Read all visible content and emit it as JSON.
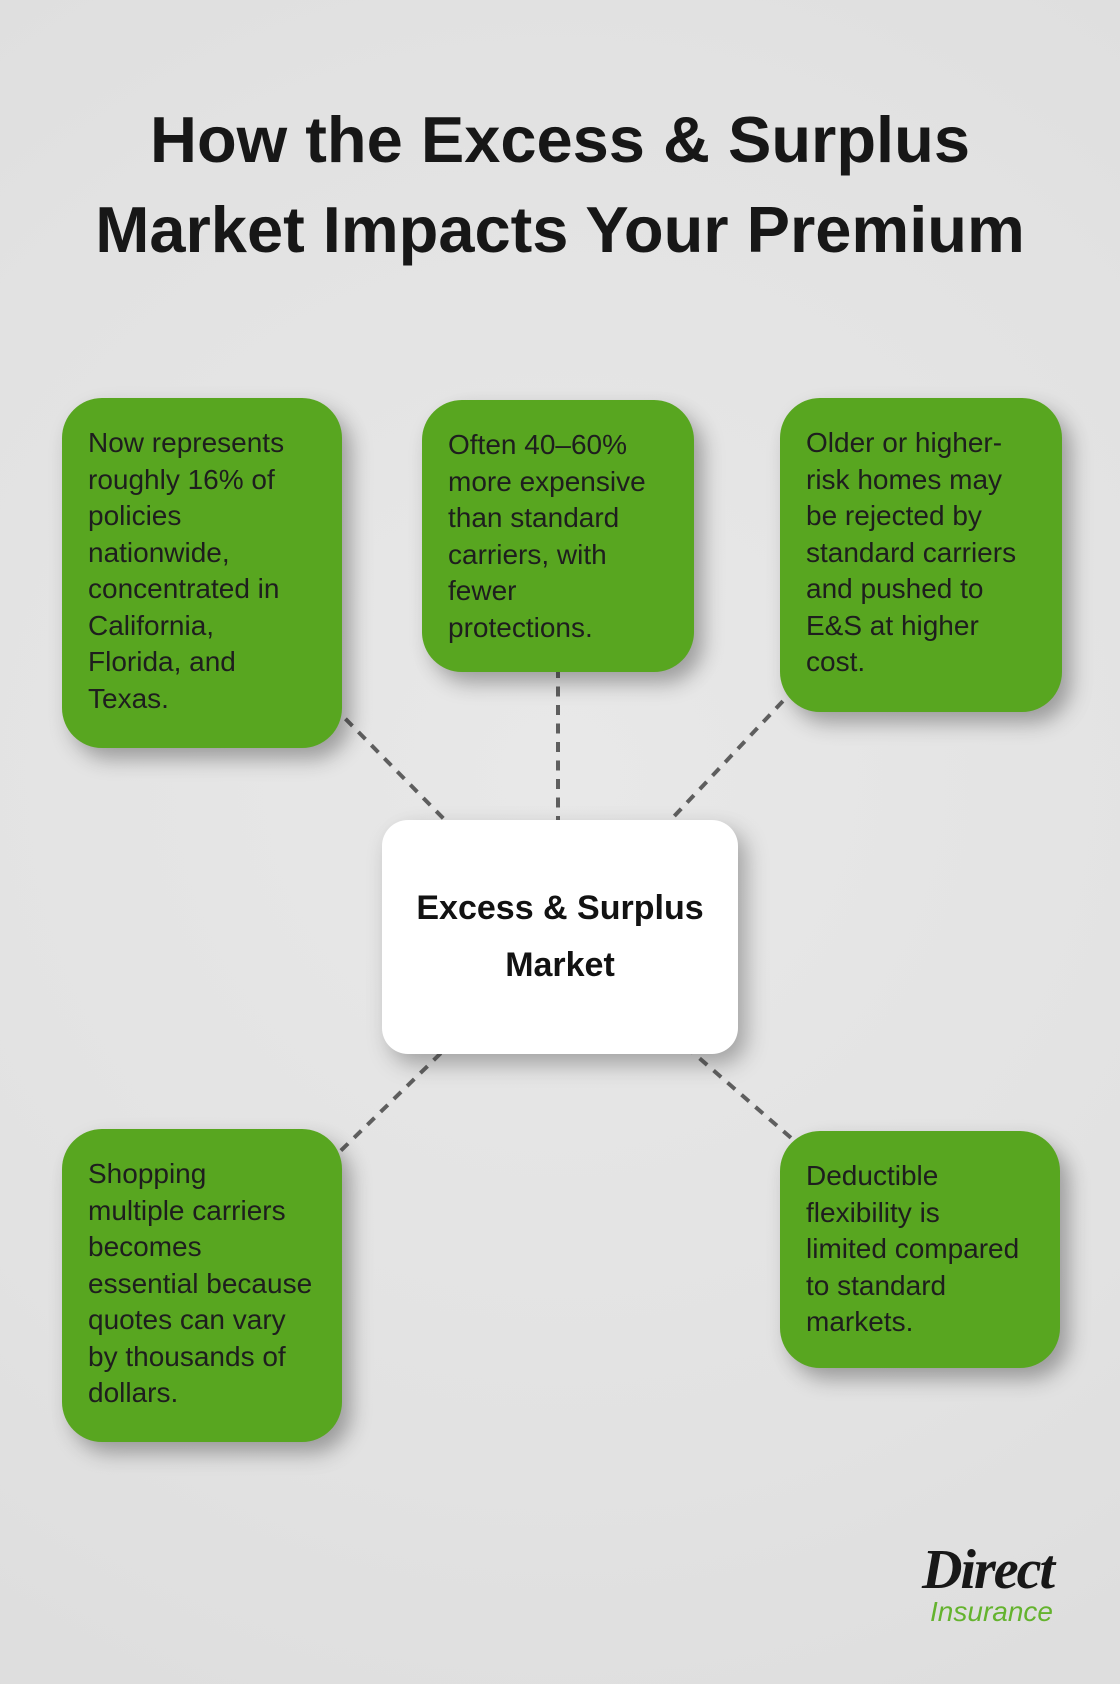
{
  "title": {
    "line1": "How the Excess & Surplus",
    "line2": "Market Impacts Your Premium"
  },
  "center_node": {
    "label": "Excess & Surplus\nMarket"
  },
  "nodes": [
    {
      "id": "market-share",
      "text": "Now represents\nroughly 16% of\npolicies\nnationwide,\nconcentrated in\nCalifornia,\nFlorida, and\nTexas."
    },
    {
      "id": "price-premium",
      "text": "Often 40–60%\nmore expensive\nthan standard\ncarriers, with\nfewer\nprotections."
    },
    {
      "id": "risk-rejection",
      "text": "Older or higher-\nrisk homes may\nbe rejected by\nstandard carriers\nand pushed to\nE&S at higher\ncost."
    },
    {
      "id": "shopping",
      "text": "Shopping\nmultiple carriers\nbecomes\nessential because\nquotes can vary\nby thousands of\ndollars."
    },
    {
      "id": "deductible",
      "text": "Deductible\nflexibility is\nlimited compared\nto standard\nmarkets."
    }
  ],
  "logo": {
    "brand": "Direct",
    "tagline": "Insurance"
  },
  "colors": {
    "background": "#e2e2e2",
    "node_green": "#58a620",
    "connector_gray": "#5e5e5e",
    "body_text": "#1e1e1e",
    "title_text": "#171717",
    "center_node_bg": "#ffffff",
    "logo_black": "#181818",
    "logo_green": "#64b32e"
  }
}
